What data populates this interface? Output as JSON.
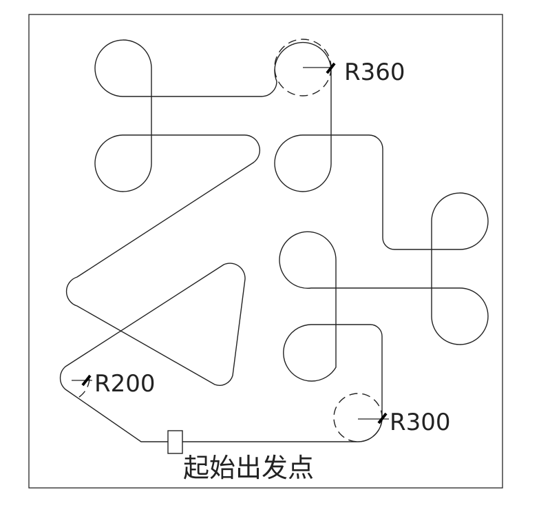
{
  "labels": {
    "radius_top": "R360",
    "radius_left": "R200",
    "radius_bottom": "R300",
    "start_point": "起始出发点"
  }
}
